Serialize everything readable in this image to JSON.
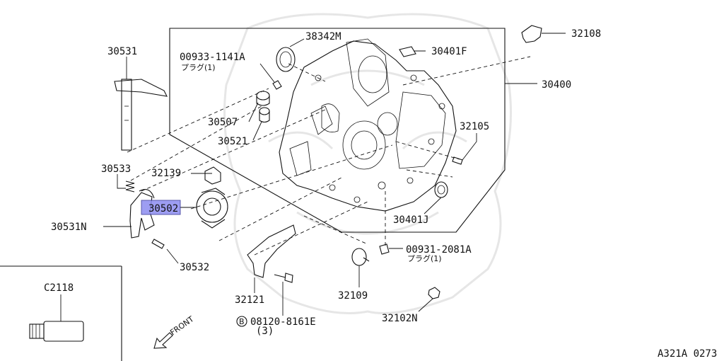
{
  "diagram": {
    "figure_code": "A321A 0273",
    "direction_label": "FRONT",
    "bolt_symbol": "B",
    "highlighted_part": "30502",
    "highlight_color": "#8c8cf0",
    "parts": [
      {
        "id": "p-30531",
        "number": "30531"
      },
      {
        "id": "p-30533",
        "number": "30533"
      },
      {
        "id": "p-30531n",
        "number": "30531N"
      },
      {
        "id": "p-30502",
        "number": "30502"
      },
      {
        "id": "p-32139",
        "number": "32139"
      },
      {
        "id": "p-30532",
        "number": "30532"
      },
      {
        "id": "p-00933",
        "number": "00933-1141A",
        "note": "プラグ(1)"
      },
      {
        "id": "p-38342m",
        "number": "38342M"
      },
      {
        "id": "p-30507",
        "number": "30507"
      },
      {
        "id": "p-30521",
        "number": "30521"
      },
      {
        "id": "p-30401f",
        "number": "30401F"
      },
      {
        "id": "p-32108",
        "number": "32108"
      },
      {
        "id": "p-30400",
        "number": "30400"
      },
      {
        "id": "p-32105",
        "number": "32105"
      },
      {
        "id": "p-30401j",
        "number": "30401J"
      },
      {
        "id": "p-00931",
        "number": "00931-2081A",
        "note": "プラグ(1)"
      },
      {
        "id": "p-32121",
        "number": "32121"
      },
      {
        "id": "p-08120",
        "number": "08120-8161E",
        "qty": "(3)"
      },
      {
        "id": "p-32109",
        "number": "32109"
      },
      {
        "id": "p-32102n",
        "number": "32102N"
      },
      {
        "id": "p-c2118",
        "number": "C2118"
      }
    ]
  }
}
